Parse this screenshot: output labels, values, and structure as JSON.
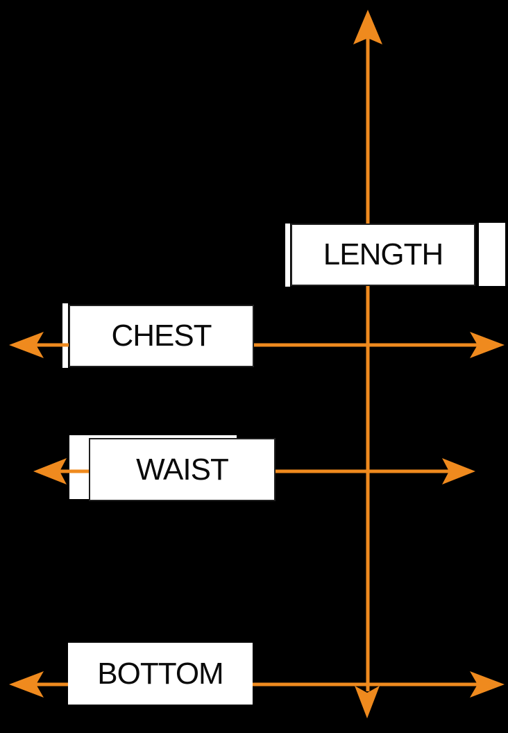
{
  "diagram": {
    "labels": {
      "length": "LENGTH",
      "chest": "CHEST",
      "waist": "WAIST",
      "bottom": "BOTTOM"
    },
    "colors": {
      "background": "#000000",
      "arrow": "#EF8A1E",
      "label_bg": "#FFFFFF",
      "label_border": "#1F1F1F",
      "label_text": "#0A0A0A"
    }
  }
}
